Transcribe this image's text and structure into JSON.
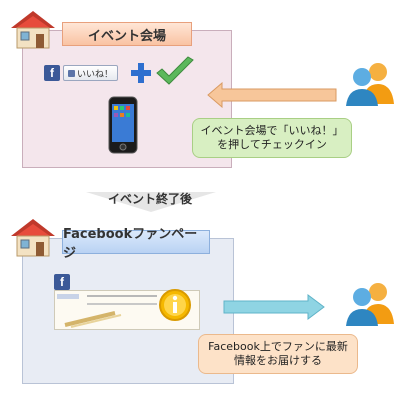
{
  "top": {
    "title": "イベント会場",
    "like_label": "いいね！",
    "note_lines": [
      "イベント会場で「いいね！」",
      "を押してチェックイン"
    ]
  },
  "middle": {
    "label": "イベント終了後"
  },
  "bottom": {
    "title": "Facebookファンページ",
    "note_lines": [
      "Facebook上でファンに最新",
      "情報をお届けする"
    ]
  },
  "icons": {
    "house": "house-icon",
    "facebook": "facebook-icon",
    "plus": "plus-icon",
    "check": "check-icon",
    "phone": "smartphone-icon",
    "users": "users-icon",
    "info": "info-icon"
  },
  "colors": {
    "top_panel": "#f4e6ec",
    "bottom_panel": "#e8ecf4",
    "arrow_orange": "#f7c69a",
    "arrow_blue": "#8fd4e3",
    "facebook_blue": "#3b5998",
    "note_green": "#d8efc2",
    "note_orange": "#fde2c8"
  }
}
